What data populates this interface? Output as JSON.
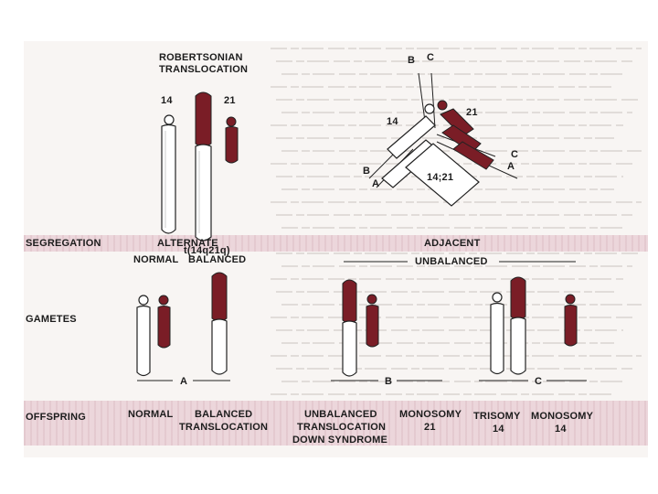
{
  "figure": {
    "title_line1": "ROBERTSONIAN",
    "title_line2": "TRANSLOCATION",
    "chrom_14": "14",
    "chrom_21": "21",
    "translocation_label": "t(14q21q)",
    "diagram_labels": {
      "b_top": "B",
      "c_top": "C",
      "chrom_14": "14",
      "chrom_21": "21",
      "c_right": "C",
      "a_right": "A",
      "b_left": "B",
      "a_left": "A",
      "derivative": "14;21"
    },
    "segregation": {
      "header": "SEGREGATION",
      "alternate": "ALTERNATE",
      "adjacent": "ADJACENT",
      "normal": "NORMAL",
      "balanced": "BALANCED",
      "unbalanced": "UNBALANCED"
    },
    "gametes_label": "GAMETES",
    "groups": {
      "a": "A",
      "b": "B",
      "c": "C"
    },
    "offspring": {
      "header": "OFFSPRING",
      "normal": "NORMAL",
      "balanced_line1": "BALANCED",
      "balanced_line2": "TRANSLOCATION",
      "unbalanced_line1": "UNBALANCED",
      "unbalanced_line2": "TRANSLOCATION",
      "unbalanced_line3": "DOWN SYNDROME",
      "monosomy21_line1": "MONOSOMY",
      "monosomy21_line2": "21",
      "trisomy14_line1": "TRISOMY",
      "trisomy14_line2": "14",
      "monosomy14_line1": "MONOSOMY",
      "monosomy14_line2": "14"
    },
    "colors": {
      "chromosome_21": "#7a1d26",
      "band": "#ecd6db",
      "outline": "#222222"
    }
  }
}
